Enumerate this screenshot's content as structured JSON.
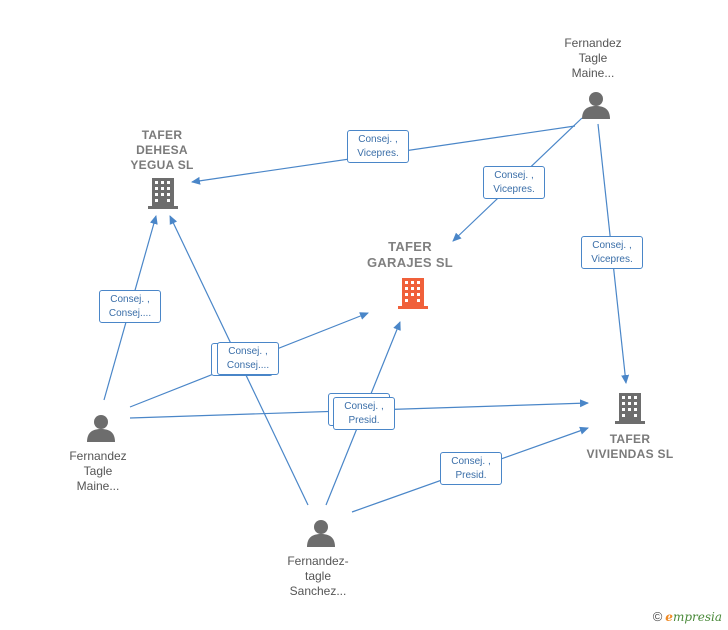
{
  "nodes": {
    "tafer_dehesa": {
      "label": "TAFER\nDEHESA\nYEGUA  SL"
    },
    "tafer_garajes": {
      "label": "TAFER\nGARAJES  SL"
    },
    "tafer_viviendas": {
      "label": "TAFER\nVIVIENDAS  SL"
    },
    "person_top_right": {
      "label": "Fernandez\nTagle\nMaine..."
    },
    "person_left": {
      "label": "Fernandez\nTagle\nMaine..."
    },
    "person_bottom": {
      "label": "Fernandez-\ntagle\nSanchez..."
    }
  },
  "edges": {
    "e1": {
      "line1": "Consej. ,",
      "line2": "Vicepres."
    },
    "e2": {
      "line1": "Consej. ,",
      "line2": "Vicepres."
    },
    "e3": {
      "line1": "Consej. ,",
      "line2": "Vicepres."
    },
    "e4": {
      "line1": "Consej. ,",
      "line2": "Consej...."
    },
    "e5": {
      "line1": "Consej. ,",
      "line2": "Consej...."
    },
    "e6": {
      "line1": "Consej. ,",
      "line2": "Presid."
    },
    "e7": {
      "line1": "Consej. ,",
      "line2": "Presid."
    }
  },
  "colors": {
    "edge": "#4a86c8",
    "company": "#6d6d6d",
    "company_main": "#f0603a",
    "person": "#6d6d6d"
  },
  "brand": {
    "copyright": "©",
    "e": "e",
    "rest": "mpresia"
  }
}
